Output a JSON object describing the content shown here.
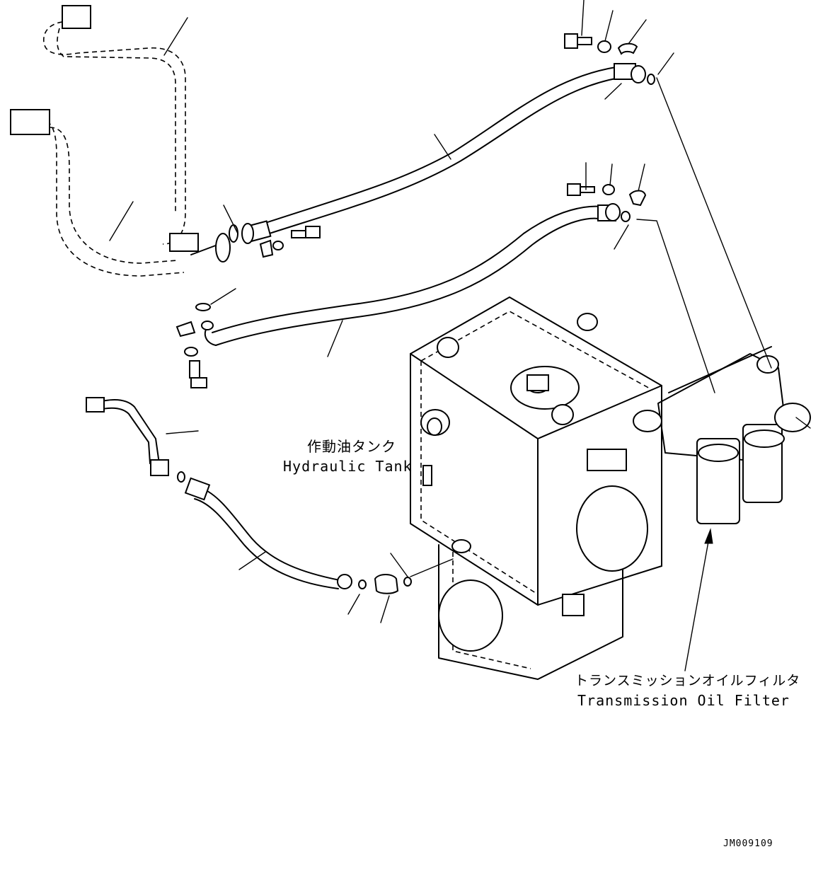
{
  "labels": {
    "hydraulic_tank_jp": "作動油タンク",
    "hydraulic_tank_en": "Hydraulic Tank",
    "transmission_filter_jp": "トランスミッションオイルフィルタ",
    "transmission_filter_en": "Transmission Oil Filter"
  },
  "drawing_id": "JM009109"
}
